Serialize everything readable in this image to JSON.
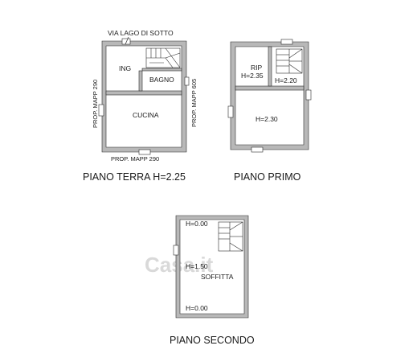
{
  "street_label": "VIA LAGO DI SOTTO",
  "watermark": "Casa.it",
  "ground_floor": {
    "caption": "PIANO TERRA H=2.25",
    "rooms": {
      "ing": "ING",
      "bagno": "BAGNO",
      "cucina": "CUCINA"
    },
    "neighbors": {
      "left": "PROP. MAPP 290",
      "right": "PROP. MAPP 605",
      "bottom": "PROP. MAPP 290"
    }
  },
  "first_floor": {
    "caption": "PIANO PRIMO",
    "rooms": {
      "rip": "RIP",
      "rip_height": "H=2.35",
      "stair_height": "H=2.20",
      "main_height": "H=2.30"
    }
  },
  "second_floor": {
    "caption": "PIANO SECONDO",
    "labels": {
      "top_height": "H=0.00",
      "mid_height": "H=1.50",
      "room": "SOFFITTA",
      "bottom_height": "H=0.00"
    }
  },
  "colors": {
    "wall": "#2b2b2b",
    "fill": "#b8b8b8",
    "watermark": "#d9d9d9"
  }
}
